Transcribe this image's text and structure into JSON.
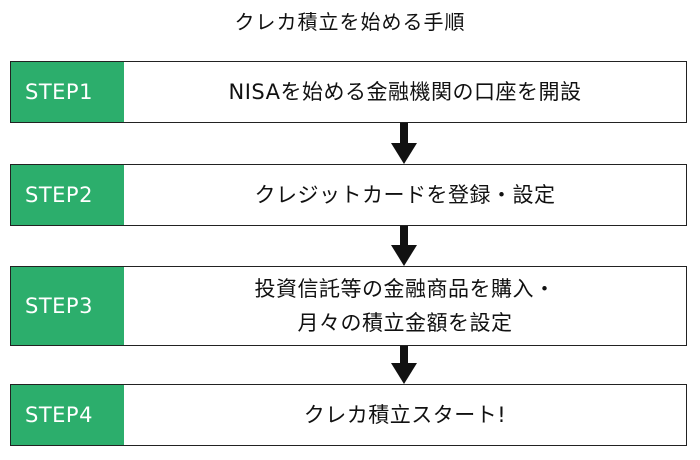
{
  "title": "クレカ積立を始める手順",
  "steps": [
    {
      "label": "STEP1",
      "lines": [
        "NISAを始める金融機関の口座を開設"
      ]
    },
    {
      "label": "STEP2",
      "lines": [
        "クレジットカードを登録・設定"
      ]
    },
    {
      "label": "STEP3",
      "lines": [
        "投資信託等の金融商品を購入・",
        "月々の積立金額を設定"
      ]
    },
    {
      "label": "STEP4",
      "lines": [
        "クレカ積立スタート!"
      ]
    }
  ],
  "colors": {
    "step_label_bg": "#2cae6c",
    "border": "#222222",
    "arrow": "#111111"
  }
}
